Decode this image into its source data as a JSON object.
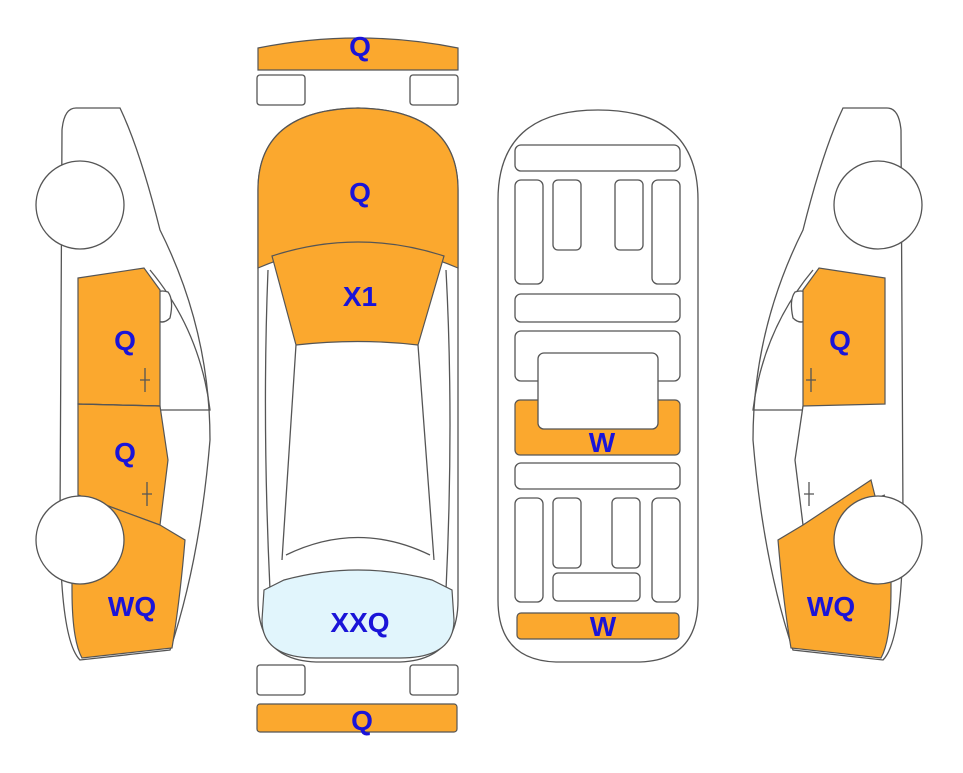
{
  "colors": {
    "damage_fill": "#FBA82E",
    "light_fill": "#E1F5FC",
    "outline": "#555555",
    "label_text": "#1A14D8"
  },
  "labels": {
    "front_bumper": "Q",
    "hood": "Q",
    "windshield": "X1",
    "rear_window": "XXQ",
    "rear_bumper": "Q",
    "floor_middle": "W",
    "floor_rear": "W",
    "left_front_door": "Q",
    "left_rear_door": "Q",
    "left_rear_quarter": "WQ",
    "right_front_door": "Q",
    "right_rear_quarter": "WQ"
  }
}
